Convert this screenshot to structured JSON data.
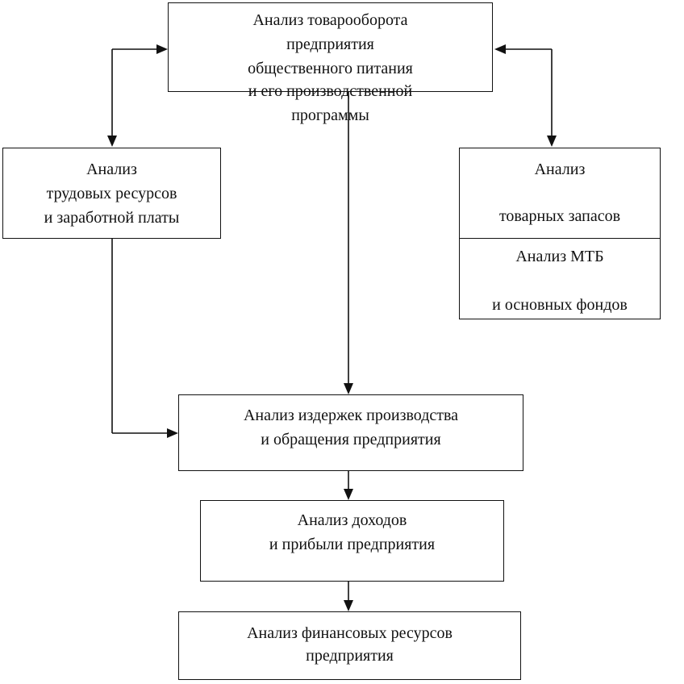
{
  "diagram": {
    "turnover": {
      "lines": [
        "Анализ товарооборота",
        "предприятия",
        "общественного питания",
        "и его производственной",
        "программы"
      ]
    },
    "labor": {
      "lines": [
        "Анализ",
        "трудовых ресурсов",
        "и заработной платы"
      ]
    },
    "stocks": {
      "lines": [
        "Анализ",
        "товарных запасов"
      ]
    },
    "mtb": {
      "lines": [
        "Анализ МТБ",
        "и основных фондов"
      ]
    },
    "costs": {
      "lines": [
        "Анализ издержек производства",
        "и обращения предприятия"
      ]
    },
    "income": {
      "lines": [
        "Анализ доходов",
        "и прибыли предприятия"
      ]
    },
    "finance": {
      "lines": [
        "Анализ финансовых ресурсов",
        "предприятия"
      ]
    }
  }
}
